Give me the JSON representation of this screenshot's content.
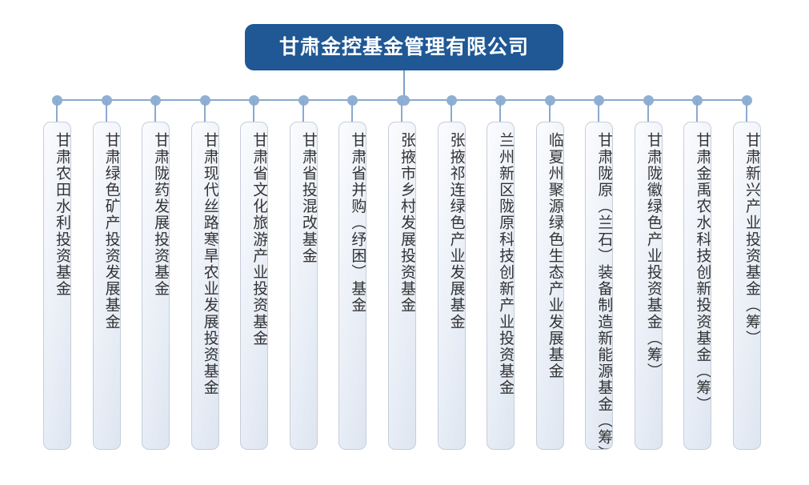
{
  "chart_data": {
    "type": "diagram",
    "diagram_kind": "organization-tree",
    "title": "甘肃金控基金管理有限公司",
    "orientation": "top-down, single parent with horizontal bus to 15 vertical leaf nodes",
    "root": {
      "label": "甘肃金控基金管理有限公司",
      "color": "#1f5895",
      "text_color": "#ffffff"
    },
    "connector": {
      "line_color": "#8aa9cf",
      "dot_color": "#8fafd3",
      "dot_count": 15
    },
    "leaf_style": {
      "border_color": "#c6cedb",
      "fill_start": "#fbfcfe",
      "fill_end": "#dde5f0",
      "text_color": "#333333",
      "text_direction": "vertical"
    },
    "children": [
      {
        "index": 1,
        "label": "甘肃农田水利投资基金"
      },
      {
        "index": 2,
        "label": "甘肃绿色矿产投资发展基金"
      },
      {
        "index": 3,
        "label": "甘肃陇药发展投资基金"
      },
      {
        "index": 4,
        "label": "甘肃现代丝路寒旱农业发展投资基金"
      },
      {
        "index": 5,
        "label": "甘肃省文化旅游产业投资基金"
      },
      {
        "index": 6,
        "label": "甘肃省投混改基金"
      },
      {
        "index": 7,
        "label": "甘肃省并购（纾困）基金"
      },
      {
        "index": 8,
        "label": "张掖市乡村发展投资基金"
      },
      {
        "index": 9,
        "label": "张掖祁连绿色产业发展基金"
      },
      {
        "index": 10,
        "label": "兰州新区陇原科技创新产业投资基金"
      },
      {
        "index": 11,
        "label": "临夏州聚源绿色生态产业发展基金"
      },
      {
        "index": 12,
        "label": "甘肃陇原（兰石）装备制造新能源基金（筹）"
      },
      {
        "index": 13,
        "label": "甘肃陇徽绿色产业投资基金（筹）"
      },
      {
        "index": 14,
        "label": "甘肃金禹农水科技创新投资基金（筹）"
      },
      {
        "index": 15,
        "label": "甘肃新兴产业投资基金（筹）"
      }
    ]
  }
}
